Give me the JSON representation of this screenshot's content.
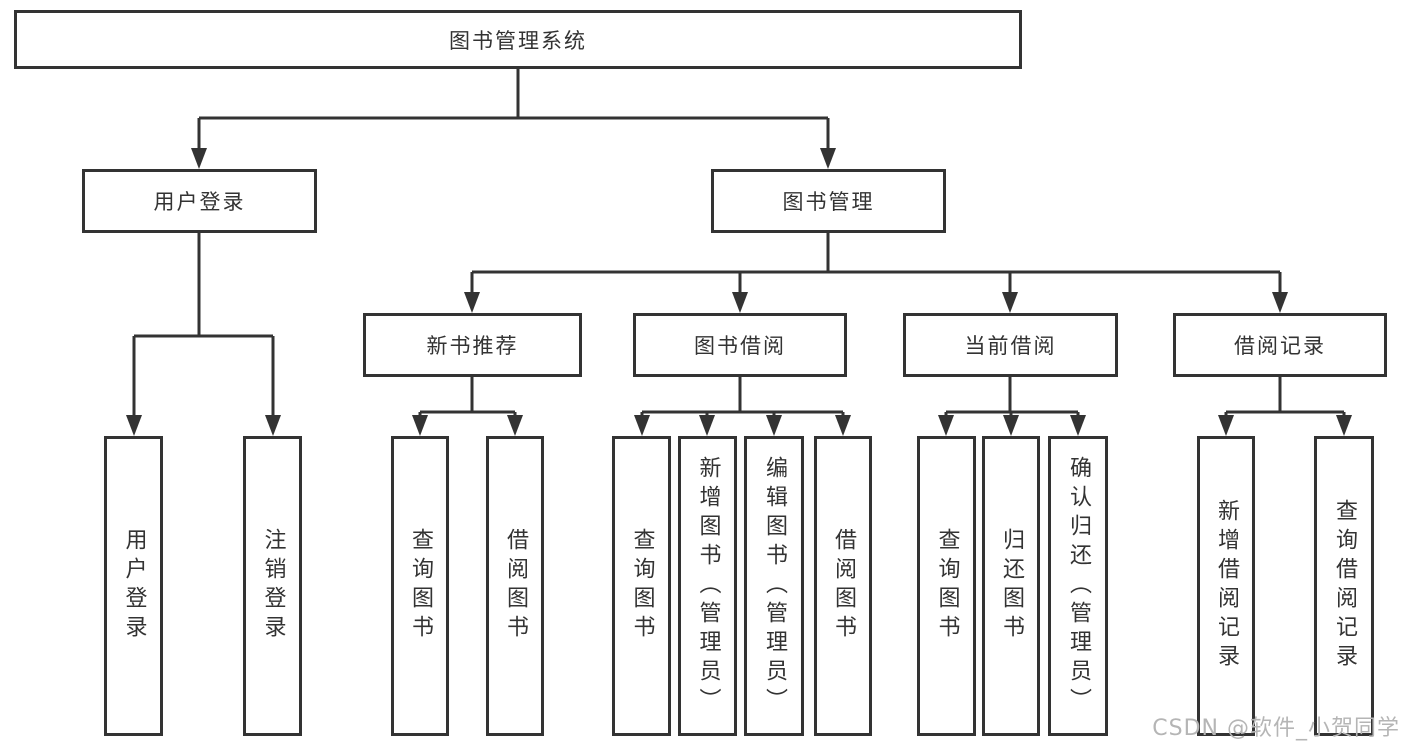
{
  "diagram_type": "hierarchy-tree",
  "tree": {
    "root": {
      "label": "图书管理系统",
      "children": [
        {
          "label": "用户登录",
          "children": [
            {
              "label": "用户登录"
            },
            {
              "label": "注销登录"
            }
          ]
        },
        {
          "label": "图书管理",
          "children": [
            {
              "label": "新书推荐",
              "children": [
                {
                  "label": "查询图书"
                },
                {
                  "label": "借阅图书"
                }
              ]
            },
            {
              "label": "图书借阅",
              "children": [
                {
                  "label": "查询图书"
                },
                {
                  "label": "新增图书（管理员）"
                },
                {
                  "label": "编辑图书（管理员）"
                },
                {
                  "label": "借阅图书"
                }
              ]
            },
            {
              "label": "当前借阅",
              "children": [
                {
                  "label": "查询图书"
                },
                {
                  "label": "归还图书"
                },
                {
                  "label": "确认归还（管理员）"
                }
              ]
            },
            {
              "label": "借阅记录",
              "children": [
                {
                  "label": "新增借阅记录"
                },
                {
                  "label": "查询借阅记录"
                }
              ]
            }
          ]
        }
      ]
    }
  },
  "watermark": {
    "text": "CSDN @软件_小贺同学"
  },
  "colors": {
    "line": "#333333",
    "box_border": "#333333",
    "text": "#333333",
    "watermark": "#b5b5b5",
    "background": "#ffffff"
  }
}
